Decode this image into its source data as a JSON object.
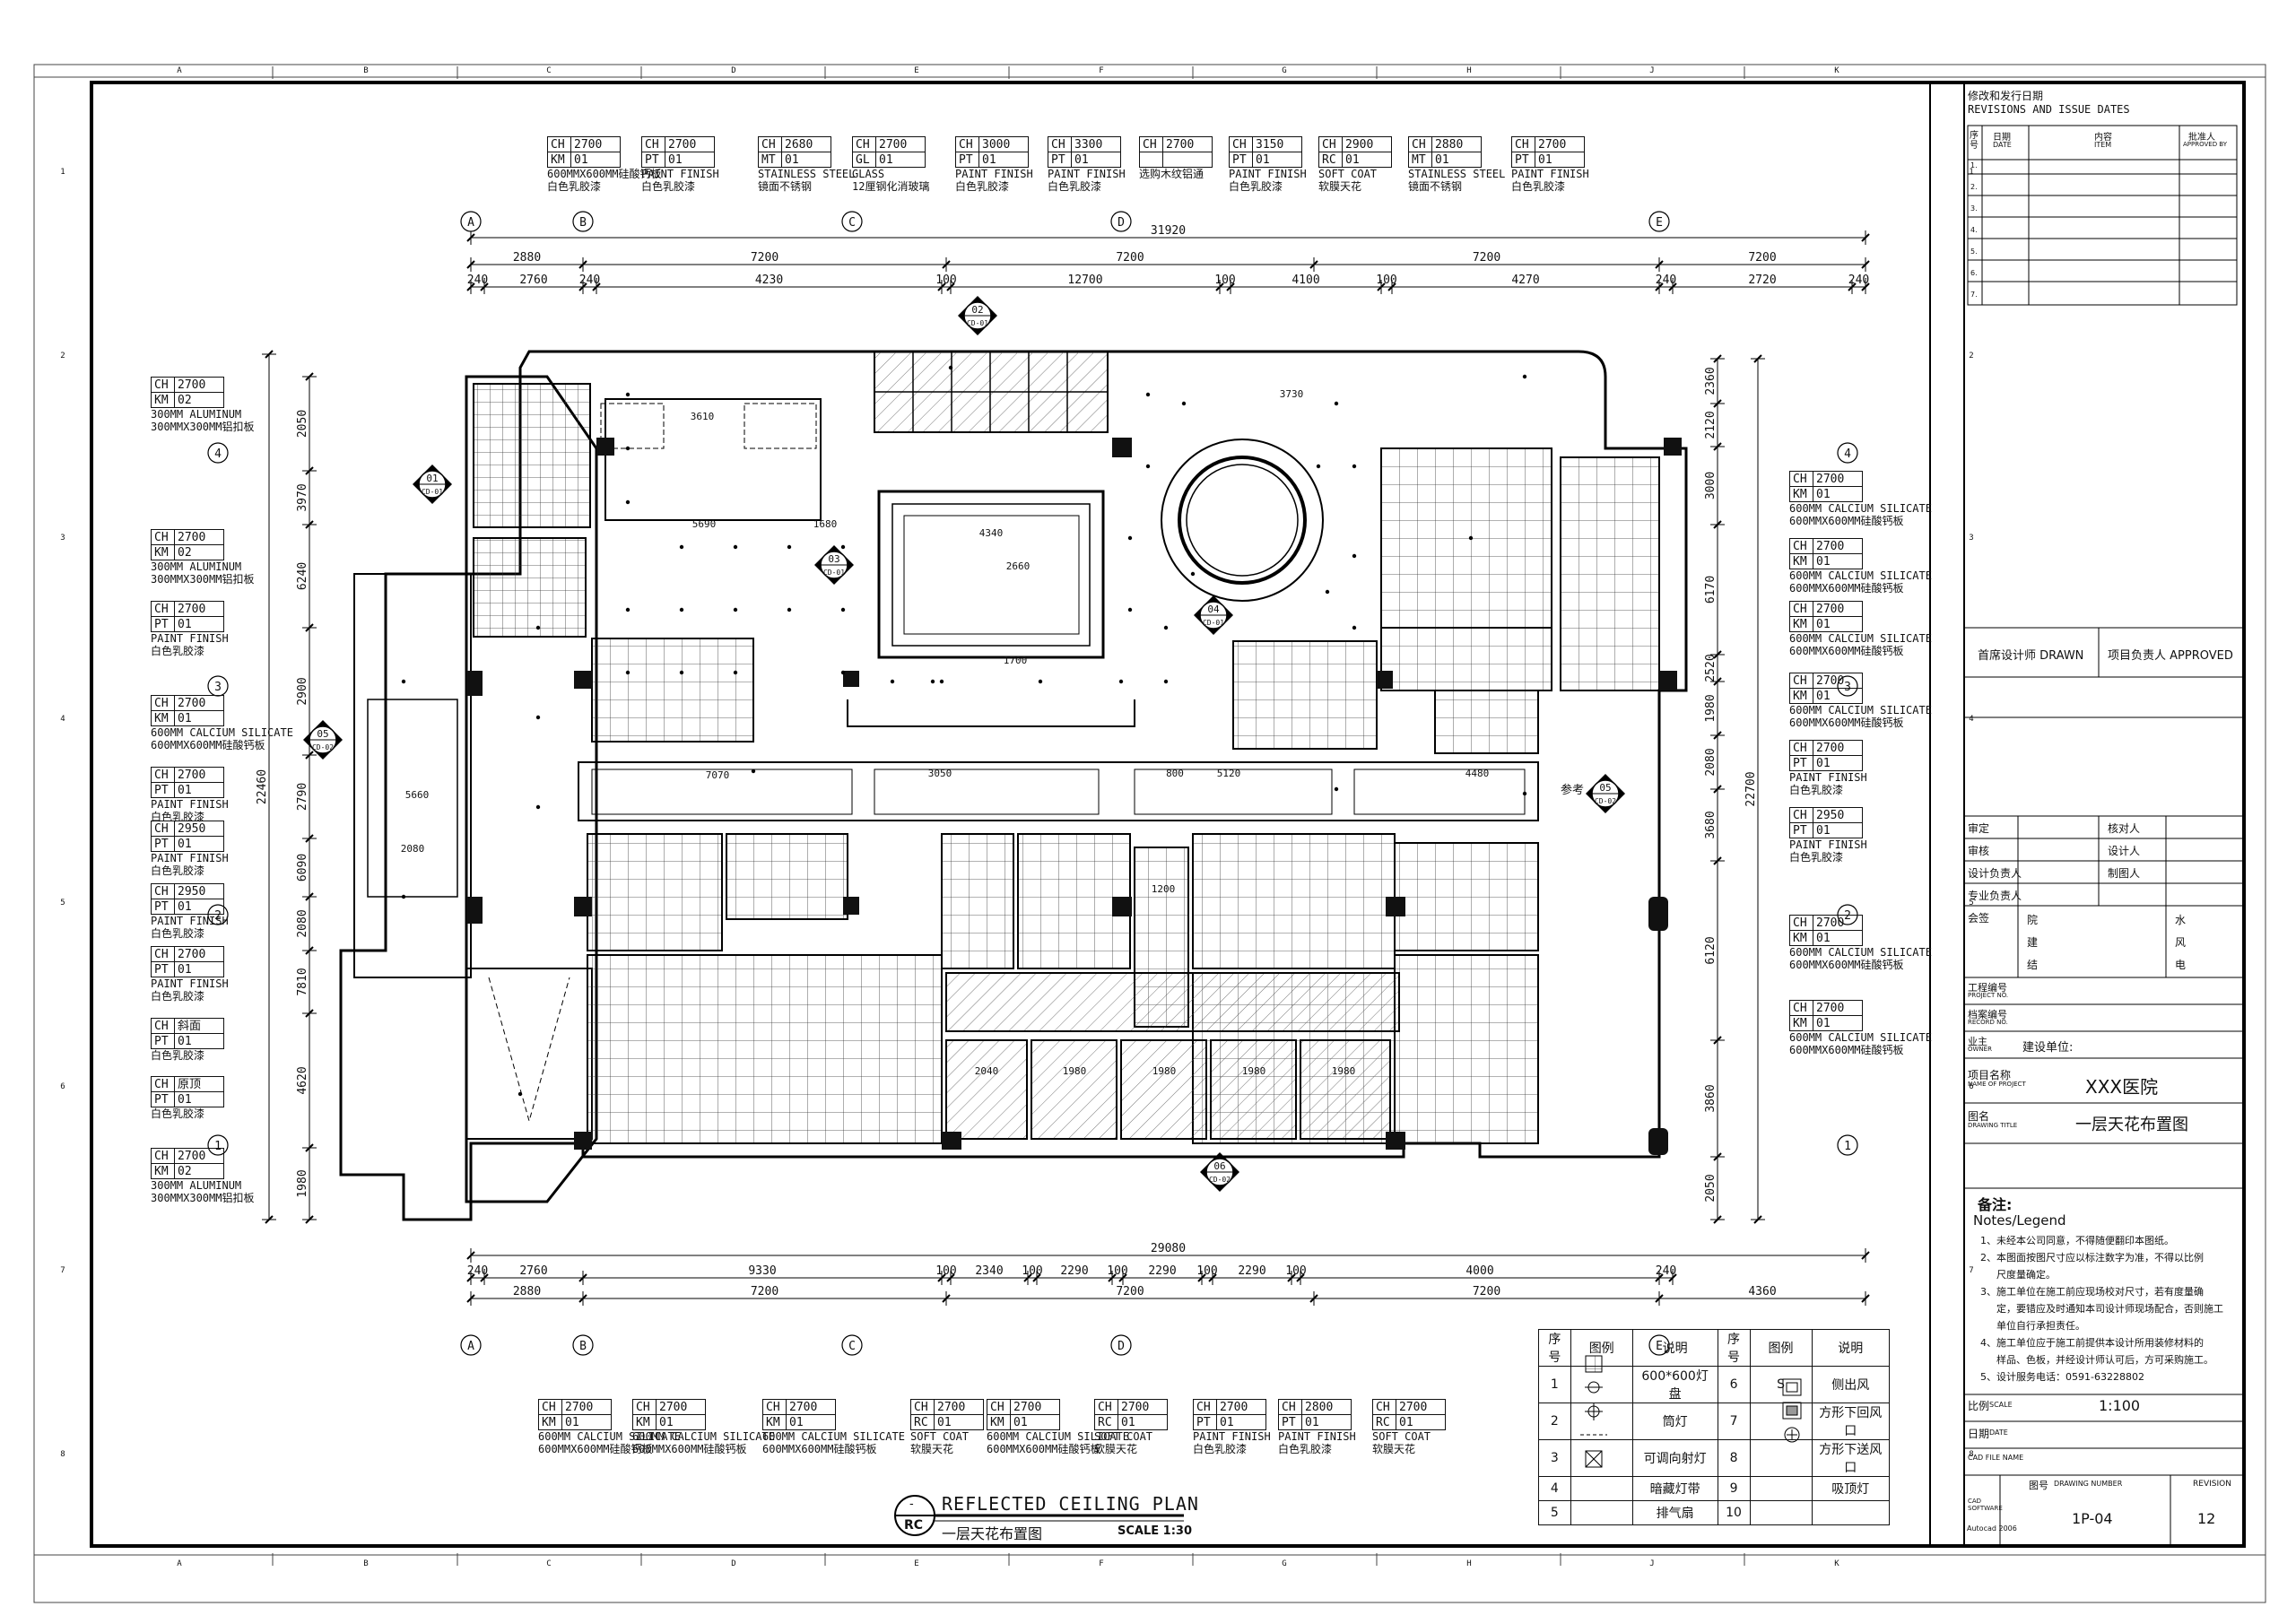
{
  "title": {
    "plan_en": "REFLECTED CEILING PLAN",
    "plan_cn": "一层天花布置图",
    "scale": "SCALE 1:30",
    "symbol_top": "-",
    "symbol_bottom": "RC"
  },
  "grid": {
    "cols": [
      "A",
      "B",
      "C",
      "D",
      "E",
      "F",
      "G",
      "H",
      "J",
      "K"
    ],
    "rows": [
      "1",
      "2",
      "3",
      "4",
      "5",
      "6",
      "7",
      "8"
    ],
    "axes_top": [
      "A",
      "B",
      "C",
      "D",
      "E"
    ],
    "axes_bottom": [
      "A",
      "B",
      "C",
      "D",
      "E"
    ],
    "axes_right": [
      "4",
      "3",
      "2",
      "1"
    ]
  },
  "dims": {
    "top_total": "31920",
    "top_row1": [
      "2880",
      "7200",
      "7200",
      "7200",
      "7200"
    ],
    "top_row2": [
      "240",
      "2760",
      "240",
      "4230",
      "100",
      "12700",
      "100",
      "4100",
      "100",
      "4270",
      "240",
      "2720",
      "240"
    ],
    "bottom_total": "29080",
    "bottom_row1": [
      "2880",
      "7200",
      "7200",
      "7200",
      "4360"
    ],
    "bottom_row2": [
      "240",
      "2760",
      "9330",
      "100",
      "2340",
      "100",
      "2290",
      "100",
      "2290",
      "100",
      "2290",
      "100",
      "4000",
      "240"
    ],
    "left_outer": "22460",
    "left_mid": [
      "2050",
      "3970",
      "6240",
      "2900",
      "2790",
      "6090",
      "2080",
      "7810",
      "4620",
      "1980"
    ],
    "right_outer": "22700",
    "right_mid": [
      "2360",
      "2120",
      "3000",
      "6170",
      "2520",
      "1980",
      "2080",
      "3680",
      "6120",
      "3860",
      "2050"
    ],
    "interior": [
      "3610",
      "5690",
      "1680",
      "4340",
      "2660",
      "1700",
      "3730",
      "7070",
      "3050",
      "5120",
      "4480",
      "800",
      "5660",
      "2080",
      "1200",
      "2040",
      "1980",
      "1980",
      "1980",
      "1980"
    ]
  },
  "callouts": [
    {
      "num": "01",
      "sheet": "CD-01"
    },
    {
      "num": "02",
      "sheet": "CD-01"
    },
    {
      "num": "03",
      "sheet": "CD-01"
    },
    {
      "num": "04",
      "sheet": "CD-01"
    },
    {
      "num": "05",
      "sheet": "CD-02"
    },
    {
      "num": "06",
      "sheet": "CD-02"
    }
  ],
  "ref_label": "参考",
  "ref_callout": {
    "num": "05",
    "sheet": "CD-02"
  },
  "tags_top": [
    {
      "code": "CH",
      "height": "2700",
      "mat": "KM",
      "no": "01",
      "en": "600MMX600MM硅酸钙板",
      "cn": "白色乳胶漆"
    },
    {
      "code": "CH",
      "height": "2700",
      "mat": "PT",
      "no": "01",
      "en": "PAINT FINISH",
      "cn": "白色乳胶漆"
    },
    {
      "code": "CH",
      "height": "2680",
      "mat": "MT",
      "no": "01",
      "en": "STAINLESS STEEL",
      "cn": "镜面不锈钢"
    },
    {
      "code": "CH",
      "height": "2700",
      "mat": "GL",
      "no": "01",
      "en": "GLASS",
      "cn": "12厘钢化消玻璃"
    },
    {
      "code": "CH",
      "height": "3000",
      "mat": "PT",
      "no": "01",
      "en": "PAINT FINISH",
      "cn": "白色乳胶漆"
    },
    {
      "code": "CH",
      "height": "3300",
      "mat": "PT",
      "no": "01",
      "en": "PAINT FINISH",
      "cn": "白色乳胶漆"
    },
    {
      "code": "CH",
      "height": "2700",
      "mat": "",
      "no": "",
      "en": "",
      "cn": "选购木纹铝通"
    },
    {
      "code": "CH",
      "height": "3150",
      "mat": "PT",
      "no": "01",
      "en": "PAINT FINISH",
      "cn": "白色乳胶漆"
    },
    {
      "code": "CH",
      "height": "2900",
      "mat": "RC",
      "no": "01",
      "en": "SOFT COAT",
      "cn": "软膜天花"
    },
    {
      "code": "CH",
      "height": "2880",
      "mat": "MT",
      "no": "01",
      "en": "STAINLESS STEEL",
      "cn": "镜面不锈钢"
    },
    {
      "code": "CH",
      "height": "2700",
      "mat": "PT",
      "no": "01",
      "en": "PAINT FINISH",
      "cn": "白色乳胶漆"
    }
  ],
  "tags_left": [
    {
      "code": "CH",
      "height": "2700",
      "mat": "KM",
      "no": "02",
      "en": "300MM ALUMINUM",
      "cn": "300MMX300MM铝扣板"
    },
    {
      "code": "CH",
      "height": "2700",
      "mat": "KM",
      "no": "02",
      "en": "300MM ALUMINUM",
      "cn": "300MMX300MM铝扣板"
    },
    {
      "code": "CH",
      "height": "2700",
      "mat": "PT",
      "no": "01",
      "en": "PAINT FINISH",
      "cn": "白色乳胶漆"
    },
    {
      "code": "CH",
      "height": "2700",
      "mat": "KM",
      "no": "01",
      "en": "600MM CALCIUM SILICATE",
      "cn": "600MMX600MM硅酸钙板"
    },
    {
      "code": "CH",
      "height": "2700",
      "mat": "PT",
      "no": "01",
      "en": "PAINT FINISH",
      "cn": "白色乳胶漆"
    },
    {
      "code": "CH",
      "height": "2950",
      "mat": "PT",
      "no": "01",
      "en": "PAINT FINISH",
      "cn": "白色乳胶漆"
    },
    {
      "code": "CH",
      "height": "2950",
      "mat": "PT",
      "no": "01",
      "en": "PAINT FINISH",
      "cn": "白色乳胶漆"
    },
    {
      "code": "CH",
      "height": "2700",
      "mat": "PT",
      "no": "01",
      "en": "PAINT FINISH",
      "cn": "白色乳胶漆"
    },
    {
      "code": "CH",
      "height": "斜面",
      "mat": "PT",
      "no": "01",
      "en": "",
      "cn": "白色乳胶漆"
    },
    {
      "code": "CH",
      "height": "原顶",
      "mat": "PT",
      "no": "01",
      "en": "",
      "cn": "白色乳胶漆"
    },
    {
      "code": "CH",
      "height": "2700",
      "mat": "KM",
      "no": "02",
      "en": "300MM ALUMINUM",
      "cn": "300MMX300MM铝扣板"
    }
  ],
  "tags_right": [
    {
      "code": "CH",
      "height": "2700",
      "mat": "KM",
      "no": "01",
      "en": "600MM CALCIUM SILICATE",
      "cn": "600MMX600MM硅酸钙板"
    },
    {
      "code": "CH",
      "height": "2700",
      "mat": "KM",
      "no": "01",
      "en": "600MM CALCIUM SILICATE",
      "cn": "600MMX600MM硅酸钙板"
    },
    {
      "code": "CH",
      "height": "2700",
      "mat": "KM",
      "no": "01",
      "en": "600MM CALCIUM SILICATE",
      "cn": "600MMX600MM硅酸钙板"
    },
    {
      "code": "CH",
      "height": "2700",
      "mat": "KM",
      "no": "01",
      "en": "600MM CALCIUM SILICATE",
      "cn": "600MMX600MM硅酸钙板"
    },
    {
      "code": "CH",
      "height": "2700",
      "mat": "PT",
      "no": "01",
      "en": "PAINT FINISH",
      "cn": "白色乳胶漆"
    },
    {
      "code": "CH",
      "height": "2950",
      "mat": "PT",
      "no": "01",
      "en": "PAINT FINISH",
      "cn": "白色乳胶漆"
    },
    {
      "code": "CH",
      "height": "2700",
      "mat": "KM",
      "no": "01",
      "en": "600MM CALCIUM SILICATE",
      "cn": "600MMX600MM硅酸钙板"
    },
    {
      "code": "CH",
      "height": "2700",
      "mat": "KM",
      "no": "01",
      "en": "600MM CALCIUM SILICATE",
      "cn": "600MMX600MM硅酸钙板"
    }
  ],
  "tags_bottom": [
    {
      "code": "CH",
      "height": "2700",
      "mat": "KM",
      "no": "01",
      "en": "600MM CALCIUM SILICATE",
      "cn": "600MMX600MM硅酸钙板"
    },
    {
      "code": "CH",
      "height": "2700",
      "mat": "KM",
      "no": "01",
      "en": "600MM CALCIUM SILICATE",
      "cn": "600MMX600MM硅酸钙板"
    },
    {
      "code": "CH",
      "height": "2700",
      "mat": "KM",
      "no": "01",
      "en": "600MM CALCIUM SILICATE",
      "cn": "600MMX600MM硅酸钙板"
    },
    {
      "code": "CH",
      "height": "2700",
      "mat": "RC",
      "no": "01",
      "en": "SOFT COAT",
      "cn": "软膜天花"
    },
    {
      "code": "CH",
      "height": "2700",
      "mat": "KM",
      "no": "01",
      "en": "600MM CALCIUM SILICATE",
      "cn": "600MMX600MM硅酸钙板"
    },
    {
      "code": "CH",
      "height": "2700",
      "mat": "RC",
      "no": "01",
      "en": "SOFT COAT",
      "cn": "软膜天花"
    },
    {
      "code": "CH",
      "height": "2700",
      "mat": "PT",
      "no": "01",
      "en": "PAINT FINISH",
      "cn": "白色乳胶漆"
    },
    {
      "code": "CH",
      "height": "2800",
      "mat": "PT",
      "no": "01",
      "en": "PAINT FINISH",
      "cn": "白色乳胶漆"
    },
    {
      "code": "CH",
      "height": "2700",
      "mat": "RC",
      "no": "01",
      "en": "SOFT COAT",
      "cn": "软膜天花"
    }
  ],
  "legend": {
    "headers": [
      "序号",
      "图例",
      "说明",
      "序号",
      "图例",
      "说明"
    ],
    "rows": [
      [
        "1",
        "",
        "600*600灯盘",
        "6",
        "S",
        "侧出风"
      ],
      [
        "2",
        "",
        "筒灯",
        "7",
        "",
        "方形下回风口"
      ],
      [
        "3",
        "",
        "可调向射灯",
        "8",
        "",
        "方形下送风口"
      ],
      [
        "4",
        "",
        "暗藏灯带",
        "9",
        "",
        "吸顶灯"
      ],
      [
        "5",
        "",
        "排气扇",
        "10",
        "",
        ""
      ]
    ]
  },
  "titleblock": {
    "rev_cn": "修改和发行日期",
    "rev_en": "REVISIONS AND ISSUE DATES",
    "rev_cols": [
      "序号",
      "日期",
      "内容",
      "批准人"
    ],
    "rev_cols_en": [
      "DATE",
      "ITEM",
      "APPROVED BY"
    ],
    "rev_rows": [
      "1.",
      "2.",
      "3.",
      "4.",
      "5.",
      "6.",
      "7."
    ],
    "drawn": "首席设计师  DRAWN",
    "approved": "项目负责人  APPROVED",
    "roles": [
      [
        "审定",
        "核对人"
      ],
      [
        "审核",
        "设计人"
      ],
      [
        "设计负责人",
        "制图人"
      ],
      [
        "专业负责人",
        ""
      ]
    ],
    "seal": "会签",
    "trades": [
      [
        "院",
        "水"
      ],
      [
        "建",
        "风"
      ],
      [
        "结",
        "电"
      ]
    ],
    "proj_no": "工程编号",
    "proj_no_en": "PROJECT NO.",
    "record_no": "档案编号",
    "record_no_en": "RECORD NO.",
    "owner": "业主",
    "owner_en": "OWNER",
    "owner_value": "建设单位:",
    "proj_name": "项目名称",
    "proj_name_en": "NAME OF PROJECT",
    "proj_name_value": "XXX医院",
    "dwg_title": "图名",
    "dwg_title_en": "DRAWING TITLE",
    "dwg_title_value": "一层天花布置图",
    "notes_cn": "备注:",
    "notes_en": "Notes/Legend",
    "notes": [
      "1、未经本公司同意，不得随便翻印本图纸。",
      "2、本图面按图尺寸应以标注数字为准，不得以比例",
      "尺度量确定。",
      "3、施工单位在施工前应现场校对尺寸，若有度量确",
      "定，要错应及时通知本司设计师现场配合，否则施工",
      "单位自行承担责任。",
      "4、施工单位应于施工前提供本设计所用装修材料的",
      "样品、色板，并经设计师认可后，方可采购施工。",
      "5、设计服务电话：0591-63228802"
    ],
    "scale_label": "比例",
    "scale_label_en": "SCALE",
    "scale_value": "1:100",
    "date_label": "日期",
    "date_label_en": "DATE",
    "cad_file": "CAD FILE NAME",
    "drawing_no_label": "图号",
    "drawing_no_en": "DRAWING NUMBER",
    "revision_label": "REVISION",
    "cad_soft": "CAD SOFTWARE",
    "software": "Autocad 2006",
    "drawing_no": "1P-04",
    "revision": "12"
  }
}
